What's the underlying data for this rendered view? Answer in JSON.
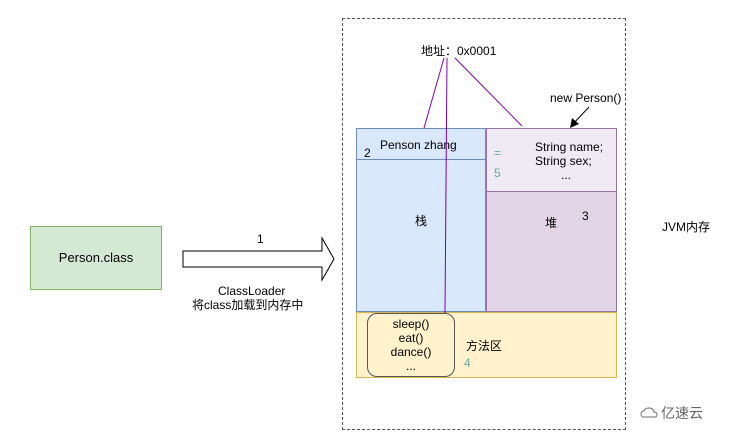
{
  "person_class": {
    "label": "Person.class"
  },
  "arrow": {
    "step": "1",
    "line1": "ClassLoader",
    "line2": "将class加载到内存中"
  },
  "address": "地址：0x0001",
  "new_person": "new Person()",
  "stack": {
    "header_label": "Penson zhang",
    "header_number": "2",
    "title": "栈"
  },
  "heap": {
    "fields": [
      "String name;",
      "String sex;",
      "..."
    ],
    "eq_mark": "=",
    "field_number": "5",
    "title": "堆",
    "number": "3"
  },
  "method_area": {
    "methods": [
      "sleep()",
      "eat()",
      "dance()",
      "..."
    ],
    "title": "方法区",
    "number": "4"
  },
  "jvm_label": "JVM内存",
  "watermark": "亿速云",
  "colors": {
    "green_fill": "#d5e8d4",
    "green_stroke": "#82b366",
    "blue_fill": "#dae8fc",
    "blue_stroke": "#6c8ebf",
    "purple_fill": "#e1d5e7",
    "purple_stroke": "#9673a6",
    "lavender_fill": "#efeaf3",
    "yellow_fill": "#fff2cc",
    "yellow_stroke": "#d6b656",
    "line_purple": "#7f00b2",
    "number_teal": "#67ab9f"
  }
}
